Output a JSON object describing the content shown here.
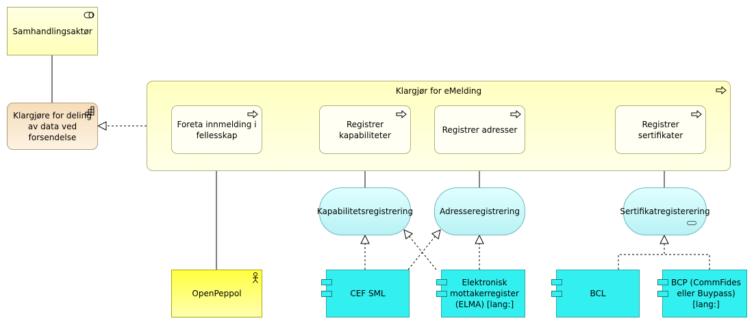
{
  "nodes": {
    "samhandlingsaktor": "Samhandlingsaktør",
    "klargjore_deling": "Klargjøre for deling av data ved forsendelse",
    "group_emelding": "Klargjør for eMelding",
    "foreta_innmelding": "Foreta innmelding i fellesskap",
    "registrer_kapabiliteter": "Registrer kapabiliteter",
    "registrer_adresser": "Registrer adresser",
    "registrer_sertifikater": "Registrer sertifikater",
    "kapabilitetsregistrering": "Kapabilitetsregistrering",
    "adresseregistrering": "Adresseregistrering",
    "sertifikatregistrering": "Sertifikatregisterering",
    "openpeppol": "OpenPeppol",
    "cef_sml": "CEF SML",
    "elma": "Elektronisk mottakerregister (ELMA) [lang:]",
    "bcl": "BCL",
    "bcp": "BCP (CommFides eller Buypass) [lang:]"
  },
  "icons": {
    "role": "role-icon",
    "process": "process-arrow-icon",
    "function": "function-icon",
    "actor": "actor-icon",
    "component": "component-icon"
  },
  "colors": {
    "business_role": "#ffffb8",
    "business_process": "#fffff4",
    "business_function": "#f6ddba",
    "business_actor": "#ffff40",
    "application_component": "#33f0f0",
    "application_service": "#c8f6f8"
  }
}
